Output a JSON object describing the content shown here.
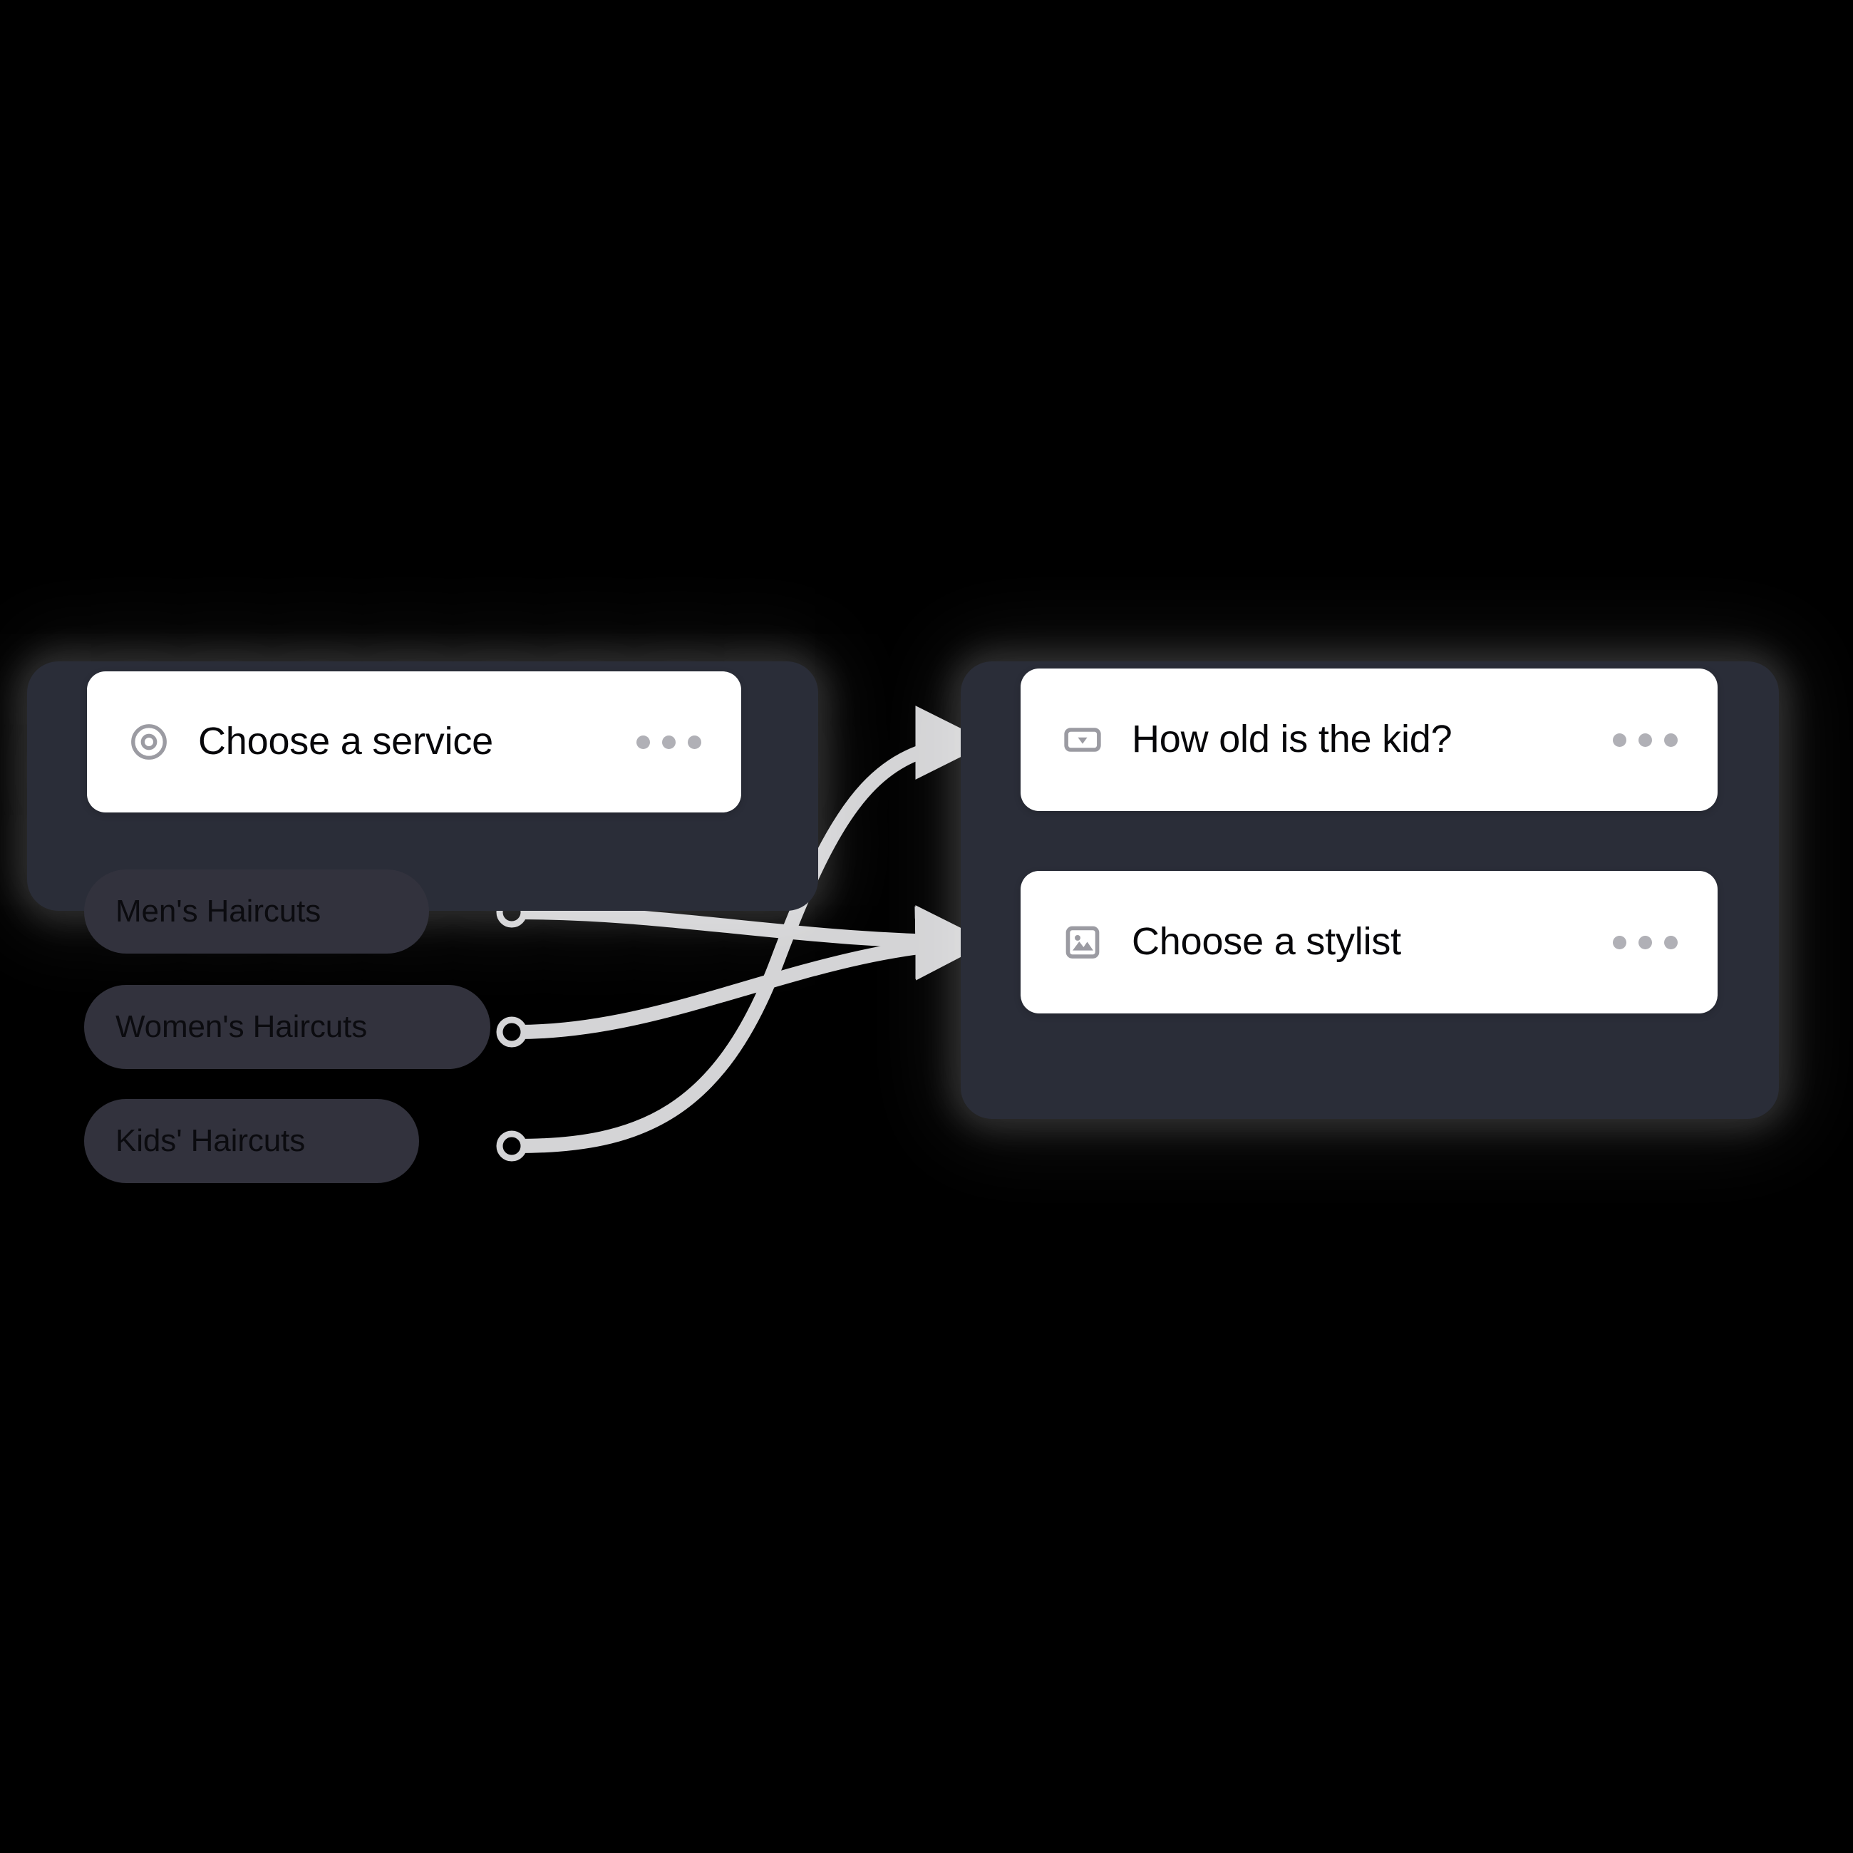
{
  "canvas": {
    "background_color": "#000000",
    "connector_color": "#d4d4d6",
    "group_color": "#2a2d38",
    "pill_color": "#32323d",
    "card_color": "#ffffff",
    "icon_color": "#9b9ba2",
    "menu_dot_color": "#b0b0b6"
  },
  "groups": [
    {
      "id": "service-group",
      "name": "choose-a-service-group"
    },
    {
      "id": "right-group",
      "name": "questions-group"
    }
  ],
  "cards": [
    {
      "id": "card-service",
      "title": "Choose a service",
      "icon": "radio-target-icon",
      "menu_label": "more-options"
    },
    {
      "id": "card-age",
      "title": "How old is the kid?",
      "icon": "dropdown-select-icon",
      "menu_label": "more-options"
    },
    {
      "id": "card-stylist",
      "title": "Choose a stylist",
      "icon": "image-picker-icon",
      "menu_label": "more-options"
    }
  ],
  "options": [
    {
      "id": "pill-mens",
      "label": "Men's Haircuts",
      "port": "output-port-mens"
    },
    {
      "id": "pill-womens",
      "label": "Women's Haircuts",
      "port": "output-port-womens"
    },
    {
      "id": "pill-kids",
      "label": "Kids' Haircuts",
      "port": "output-port-kids"
    }
  ],
  "connections": [
    {
      "from": "Men's Haircuts",
      "to": "Choose a stylist"
    },
    {
      "from": "Women's Haircuts",
      "to": "Choose a stylist"
    },
    {
      "from": "Kids' Haircuts",
      "to": "How old is the kid?"
    }
  ]
}
